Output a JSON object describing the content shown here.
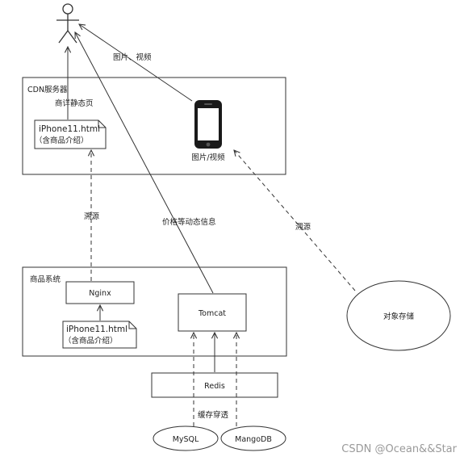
{
  "actor": {
    "name": ""
  },
  "cdn": {
    "title": "CDN服务器",
    "page_label": "商详静态页",
    "file_name": "iPhone11.html",
    "file_desc": "（含商品介绍）",
    "media_label": "图片/视频"
  },
  "product_system": {
    "title": "商品系统",
    "nginx": "Nginx",
    "tomcat": "Tomcat",
    "file_name": "iPhone11.html",
    "file_desc": "（含商品介绍）"
  },
  "redis": "Redis",
  "mysql": "MySQL",
  "mongodb": "MangoDB",
  "object_storage": "对象存储",
  "edge_labels": {
    "phone_to_user": "图片、视频",
    "nginx_origin": "溯源",
    "tomcat_to_user": "价格等动态信息",
    "storage_origin": "溯源",
    "cache_penetration": "缓存穿透"
  },
  "watermark": "CSDN @Ocean&&Star",
  "colors": {
    "stroke": "#333333",
    "text": "#222222",
    "watermark": "#9a9a9a",
    "background": "#ffffff"
  }
}
